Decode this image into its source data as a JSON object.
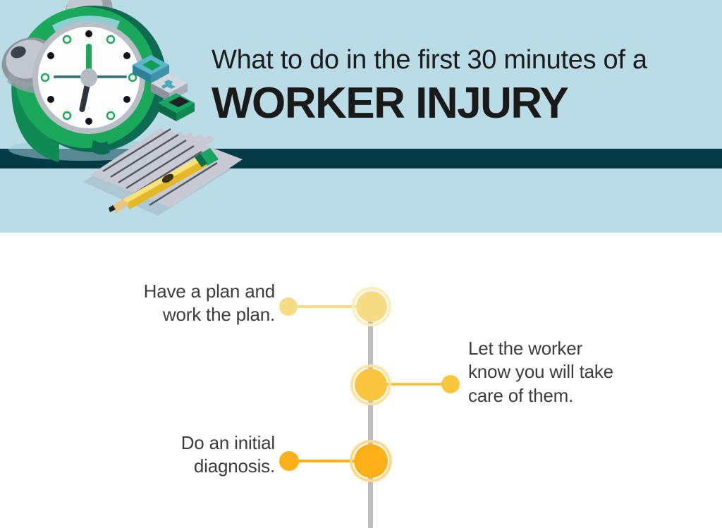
{
  "header": {
    "subtitle": "What to do in the first 30 minutes of a",
    "title": "WORKER INJURY",
    "background_color": "#b9dce7",
    "stripe_color": "#033b44",
    "title_color": "#1a1a1a"
  },
  "illustration": {
    "alarm_clock": {
      "name": "alarm-clock",
      "body_color": "#1aa85a",
      "rim_color": "#0d6b52",
      "face_color": "#ffffff",
      "bell_color": "#a8adb5"
    },
    "notepad": {
      "name": "lined-notepad",
      "paper_color": "#c3c6cf",
      "line_color": "#5a6070"
    },
    "pencil": {
      "name": "pencil",
      "body_color": "#f5cf3f",
      "eraser_color": "#1aa85a"
    },
    "first_aid_boxes": [
      {
        "name": "teal-box",
        "color": "#4aa8bd"
      },
      {
        "name": "grey-cross-box",
        "color": "#c8ccd4"
      },
      {
        "name": "green-box",
        "color": "#0f9d58"
      }
    ]
  },
  "timeline": {
    "spine_color": "#bdbdbd",
    "steps": [
      {
        "id": "step-1",
        "label": "Have a plan and work the plan.",
        "line1": "Have a plan and",
        "line2": "work the plan.",
        "side": "left",
        "node_color": "#f7dc86",
        "ring_color": "#fbeec0",
        "connector_color": "#f7dc86",
        "dot_color": "#f7dc86"
      },
      {
        "id": "step-2",
        "label": "Let the worker know you will take care of them.",
        "line1": "Let the worker",
        "line2": "know you will take",
        "line3": "care of them.",
        "side": "right",
        "node_color": "#fbc63f",
        "ring_color": "#fde4a0",
        "connector_color": "#fbc63f",
        "dot_color": "#fbc63f"
      },
      {
        "id": "step-3",
        "label": "Do an initial diagnosis.",
        "line1": "Do an initial",
        "line2": "diagnosis.",
        "side": "left",
        "node_color": "#fcaf17",
        "ring_color": "#fdd98a",
        "connector_color": "#fcaf17",
        "dot_color": "#fcaf17"
      }
    ]
  }
}
